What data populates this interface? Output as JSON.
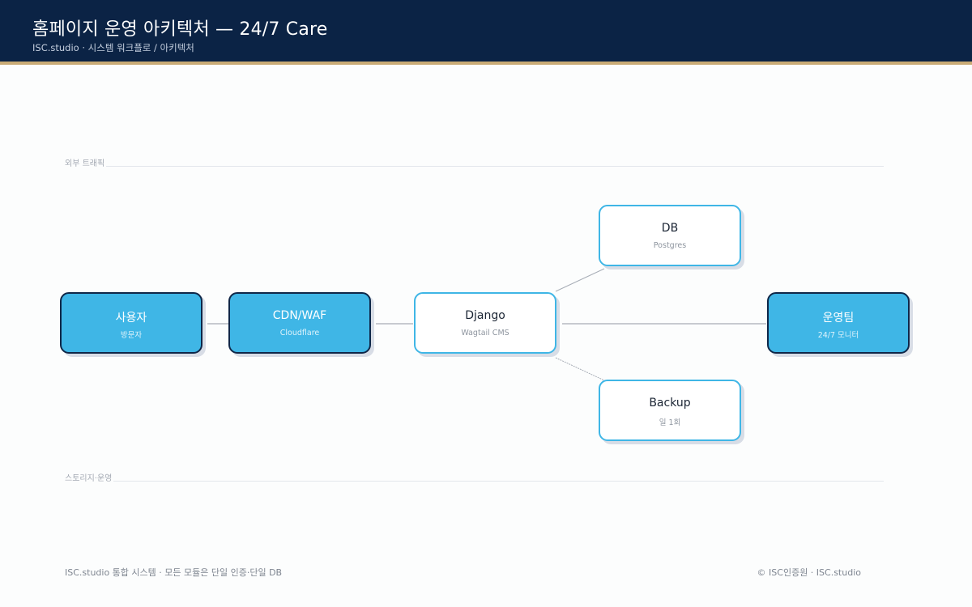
{
  "header": {
    "title": "홈페이지 운영 아키텍처 — 24/7 Care",
    "subtitle": "ISC.studio · 시스템 워크플로 / 아키텍처"
  },
  "zones": {
    "external": "외부 트래픽",
    "storage_ops": "스토리지·운영"
  },
  "nodes": {
    "user": {
      "title": "사용자",
      "sub": "방문자"
    },
    "cdn": {
      "title": "CDN/WAF",
      "sub": "Cloudflare"
    },
    "django": {
      "title": "Django",
      "sub": "Wagtail CMS"
    },
    "db": {
      "title": "DB",
      "sub": "Postgres"
    },
    "backup": {
      "title": "Backup",
      "sub": "일 1회"
    },
    "ops": {
      "title": "운영팀",
      "sub": "24/7 모니터"
    }
  },
  "footer": {
    "left": "ISC.studio 통합 시스템 · 모든 모듈은 단일 인증·단일 DB",
    "right": "© ISC인증원 · ISC.studio"
  },
  "colors": {
    "header_bg": "#0b2345",
    "accent_gold": "#c9ab76",
    "node_fill": "#3fb6e6",
    "node_border_dark": "#0f2748"
  }
}
